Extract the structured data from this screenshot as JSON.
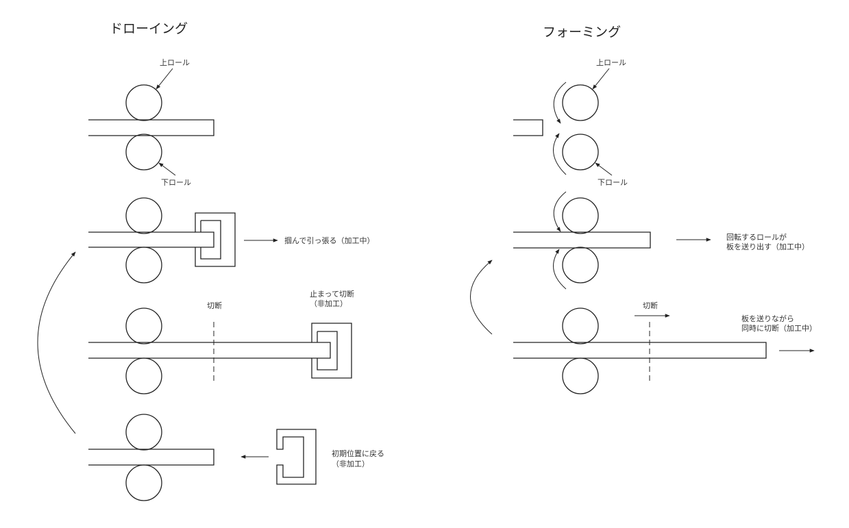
{
  "drawing": {
    "title": "ドローイング",
    "upper_roll_label": "上ロール",
    "lower_roll_label": "下ロール",
    "pull_label": "掴んで引っ張る（加工中）",
    "cut_label": "切断",
    "stop_cut_label": "止まって切断",
    "stop_cut_sub": "（非加工）",
    "return_label": "初期位置に戻る",
    "return_sub": "（非加工）"
  },
  "forming": {
    "title": "フォーミング",
    "upper_roll_label": "上ロール",
    "lower_roll_label": "下ロール",
    "feed_label_1": "回転するロールが",
    "feed_label_2": "板を送り出す（加工中）",
    "cut_label": "切断",
    "simul_label_1": "板を送りながら",
    "simul_label_2": "同時に切断（加工中）"
  }
}
